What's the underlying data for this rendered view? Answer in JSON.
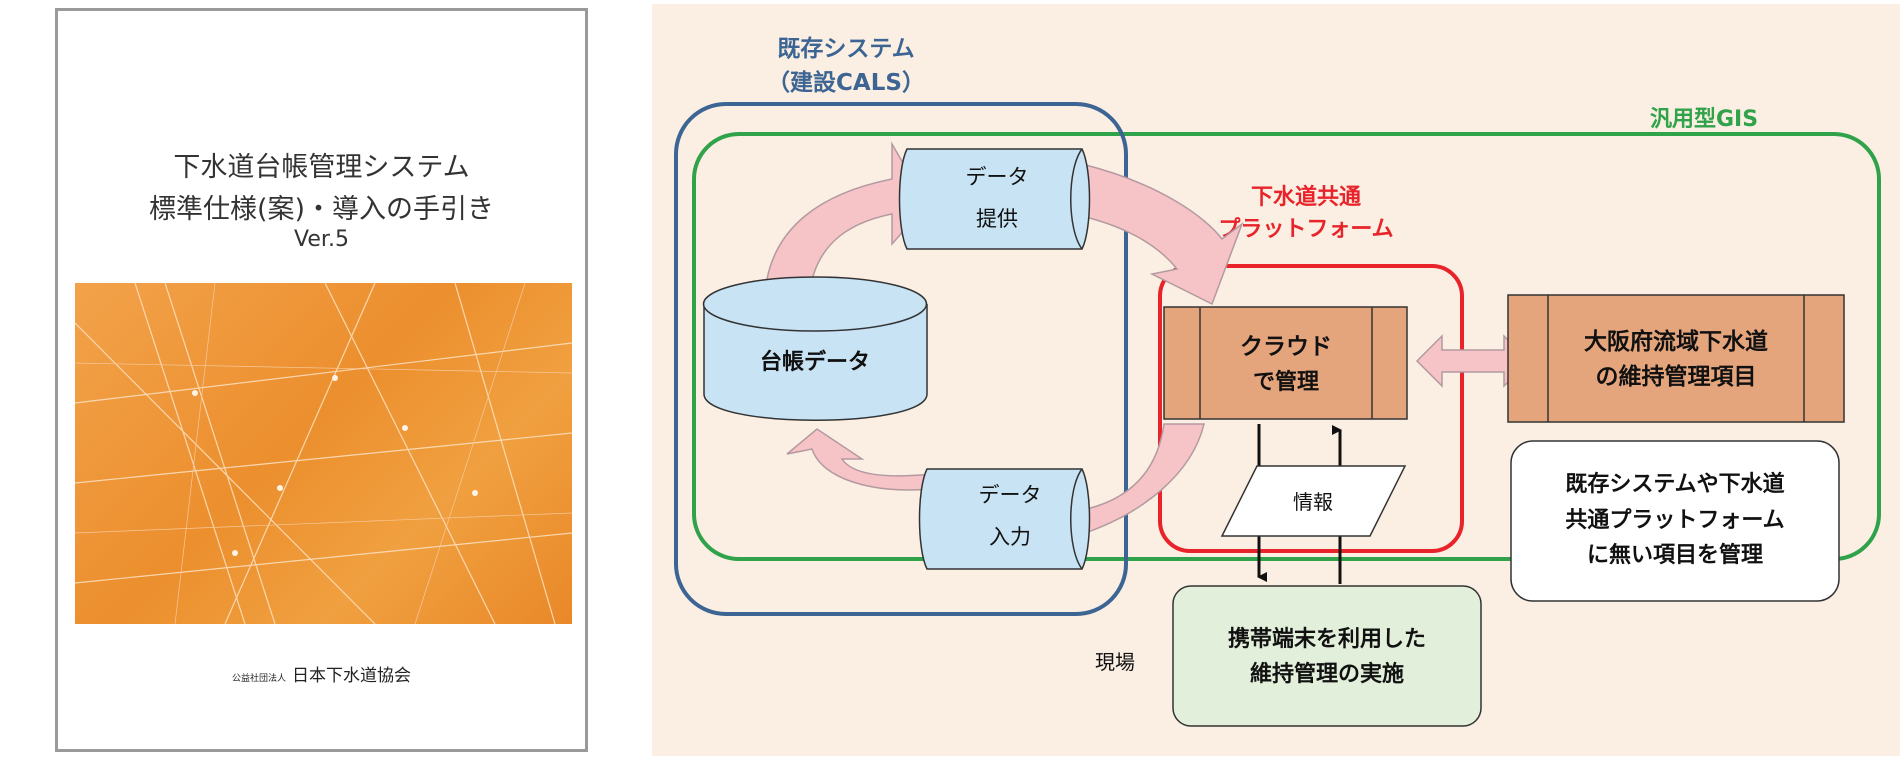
{
  "cover": {
    "title_line1": "下水道台帳管理システム",
    "title_line2": "標準仕様(案)・導入の手引き",
    "version": "Ver.5",
    "publisher_prefix": "公益社団法人",
    "publisher": "日本下水道協会"
  },
  "diagram": {
    "existing_system_label_1": "既存システム",
    "existing_system_label_2": "（建設CALS）",
    "gis_label": "汎用型GIS",
    "platform_label_1": "下水道共通",
    "platform_label_2": "プラットフォーム",
    "data_provide_1": "データ",
    "data_provide_2": "提供",
    "ledger_data": "台帳データ",
    "data_input_1": "データ",
    "data_input_2": "入力",
    "cloud_1": "クラウド",
    "cloud_2": "で管理",
    "osaka_1": "大阪府流域下水道",
    "osaka_2": "の維持管理項目",
    "info": "情報",
    "note_1": "既存システムや下水道",
    "note_2": "共通プラットフォーム",
    "note_3": "に無い項目を管理",
    "field_label": "現場",
    "mobile_1": "携帯端末を利用した",
    "mobile_2": "維持管理の実施"
  },
  "colors": {
    "existing_system": "#3d6593",
    "gis": "#2fa24a",
    "platform": "#e8232a",
    "cylinder_fill": "#c7e3f4",
    "box_fill": "#e5a57c",
    "arrow_fill": "#f6c3c7",
    "mobile_fill": "#e2efda"
  }
}
